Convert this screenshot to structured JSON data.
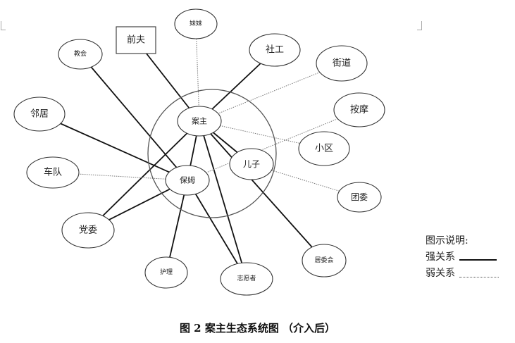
{
  "diagram": {
    "nodes": {
      "client": "案主",
      "nanny": "保姆",
      "son": "儿子",
      "sister": "妹妹",
      "ex_husband": "前夫",
      "church": "教会",
      "social_worker": "社工",
      "street_office": "街道",
      "neighbor": "邻居",
      "massage": "按摩",
      "community": "小区",
      "motorcade": "车队",
      "youth_league": "团委",
      "party_committee": "党委",
      "nursing": "护理",
      "volunteer": "志愿者",
      "residents_committee": "居委会"
    },
    "edges": [
      {
        "from": "ex_husband",
        "to": "client",
        "strength": "strong"
      },
      {
        "from": "social_worker",
        "to": "client",
        "strength": "strong"
      },
      {
        "from": "sister",
        "to": "client",
        "strength": "weak"
      },
      {
        "from": "street_office",
        "to": "client",
        "strength": "weak"
      },
      {
        "from": "community",
        "to": "client",
        "strength": "weak"
      },
      {
        "from": "client",
        "to": "son",
        "strength": "strong"
      },
      {
        "from": "client",
        "to": "nanny",
        "strength": "strong"
      },
      {
        "from": "client",
        "to": "party_committee",
        "strength": "strong"
      },
      {
        "from": "client",
        "to": "volunteer",
        "strength": "strong"
      },
      {
        "from": "client",
        "to": "residents_committee",
        "strength": "strong"
      },
      {
        "from": "church",
        "to": "nanny",
        "strength": "strong"
      },
      {
        "from": "neighbor",
        "to": "nanny",
        "strength": "strong"
      },
      {
        "from": "nanny",
        "to": "party_committee",
        "strength": "strong"
      },
      {
        "from": "nanny",
        "to": "nursing",
        "strength": "strong"
      },
      {
        "from": "nanny",
        "to": "volunteer",
        "strength": "strong"
      },
      {
        "from": "massage",
        "to": "nanny",
        "strength": "weak"
      },
      {
        "from": "motorcade",
        "to": "nanny",
        "strength": "weak"
      },
      {
        "from": "son",
        "to": "youth_league",
        "strength": "weak"
      }
    ]
  },
  "legend": {
    "title": "图示说明:",
    "strong": "强关系",
    "weak": "弱关系"
  },
  "caption": "图 2 案主生态系统图 （介入后）"
}
